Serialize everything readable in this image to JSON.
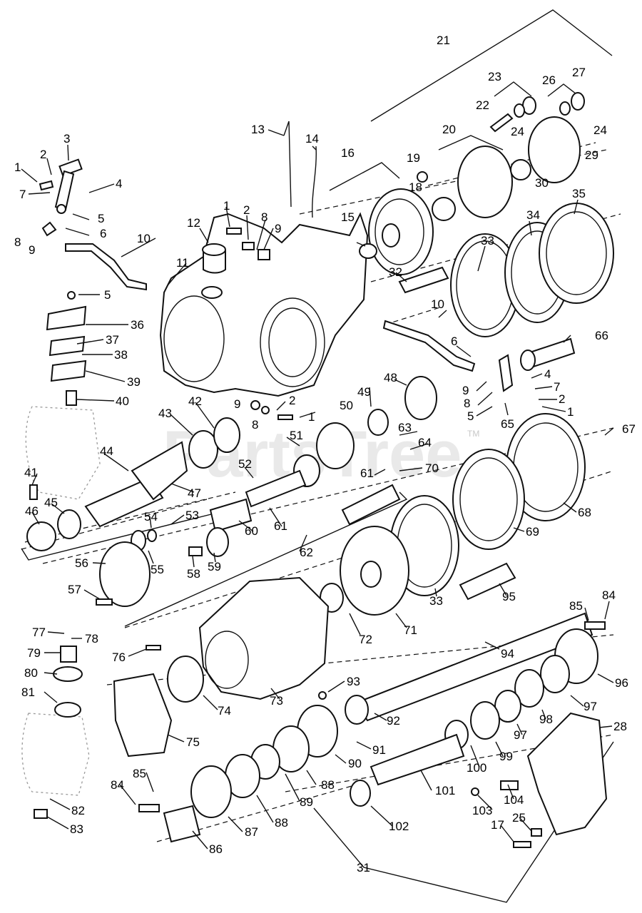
{
  "diagram": {
    "watermark": "PartsTree",
    "watermark_tm": "TM",
    "callouts": {
      "c1a": "1",
      "c2a": "2",
      "c3": "3",
      "c4a": "4",
      "c5a": "5",
      "c6a": "6",
      "c7a": "7",
      "c8a": "8",
      "c9a": "9",
      "c1b": "1",
      "c2b": "2",
      "c8b": "8",
      "c9b": "9",
      "c10a": "10",
      "c11": "11",
      "c12": "12",
      "c13": "13",
      "c14": "14",
      "c15": "15",
      "c16": "16",
      "c18": "18",
      "c19": "19",
      "c20": "20",
      "c21": "21",
      "c22": "22",
      "c23": "23",
      "c24a": "24",
      "c24b": "24",
      "c26": "26",
      "c27": "27",
      "c29": "29",
      "c30": "30",
      "c32": "32",
      "c33a": "33",
      "c34": "34",
      "c35": "35",
      "c5b": "5",
      "c36": "36",
      "c37": "37",
      "c38": "38",
      "c39": "39",
      "c40": "40",
      "c10b": "10",
      "c6b": "6",
      "c66": "66",
      "c9c": "9",
      "c8c": "8",
      "c5c": "5",
      "c4b": "4",
      "c7b": "7",
      "c2c": "2",
      "c1c": "1",
      "c65": "65",
      "c9d": "9",
      "c2d": "2",
      "c8d": "8",
      "c1d": "1",
      "c42": "42",
      "c43": "43",
      "c48": "48",
      "c49": "49",
      "c50": "50",
      "c63": "63",
      "c64": "64",
      "c67": "67",
      "c41": "41",
      "c44": "44",
      "c52": "52",
      "c51": "51",
      "c61a": "61",
      "c70": "70",
      "c47": "47",
      "c45": "45",
      "c46": "46",
      "c54": "54",
      "c53": "53",
      "c60": "60",
      "c61b": "61",
      "c68": "68",
      "c62": "62",
      "c69": "69",
      "c56": "56",
      "c55": "55",
      "c58": "58",
      "c59": "59",
      "c33b": "33",
      "c95": "95",
      "c57": "57",
      "c72": "72",
      "c71": "71",
      "c84a": "84",
      "c85a": "85",
      "c77": "77",
      "c78": "78",
      "c79": "79",
      "c76": "76",
      "c94": "94",
      "c80": "80",
      "c93": "93",
      "c74": "74",
      "c73": "73",
      "c96": "96",
      "c81": "81",
      "c92": "92",
      "c97a": "97",
      "c98": "98",
      "c28": "28",
      "c75": "75",
      "c91": "91",
      "c97b": "97",
      "c90": "90",
      "c99": "99",
      "c100": "100",
      "c88a": "88",
      "c85b": "85",
      "c84b": "84",
      "c89": "89",
      "c101": "101",
      "c103": "103",
      "c104": "104",
      "c88b": "88",
      "c82": "82",
      "c87": "87",
      "c102": "102",
      "c17": "17",
      "c25": "25",
      "c83": "83",
      "c86": "86",
      "c31": "31"
    }
  }
}
